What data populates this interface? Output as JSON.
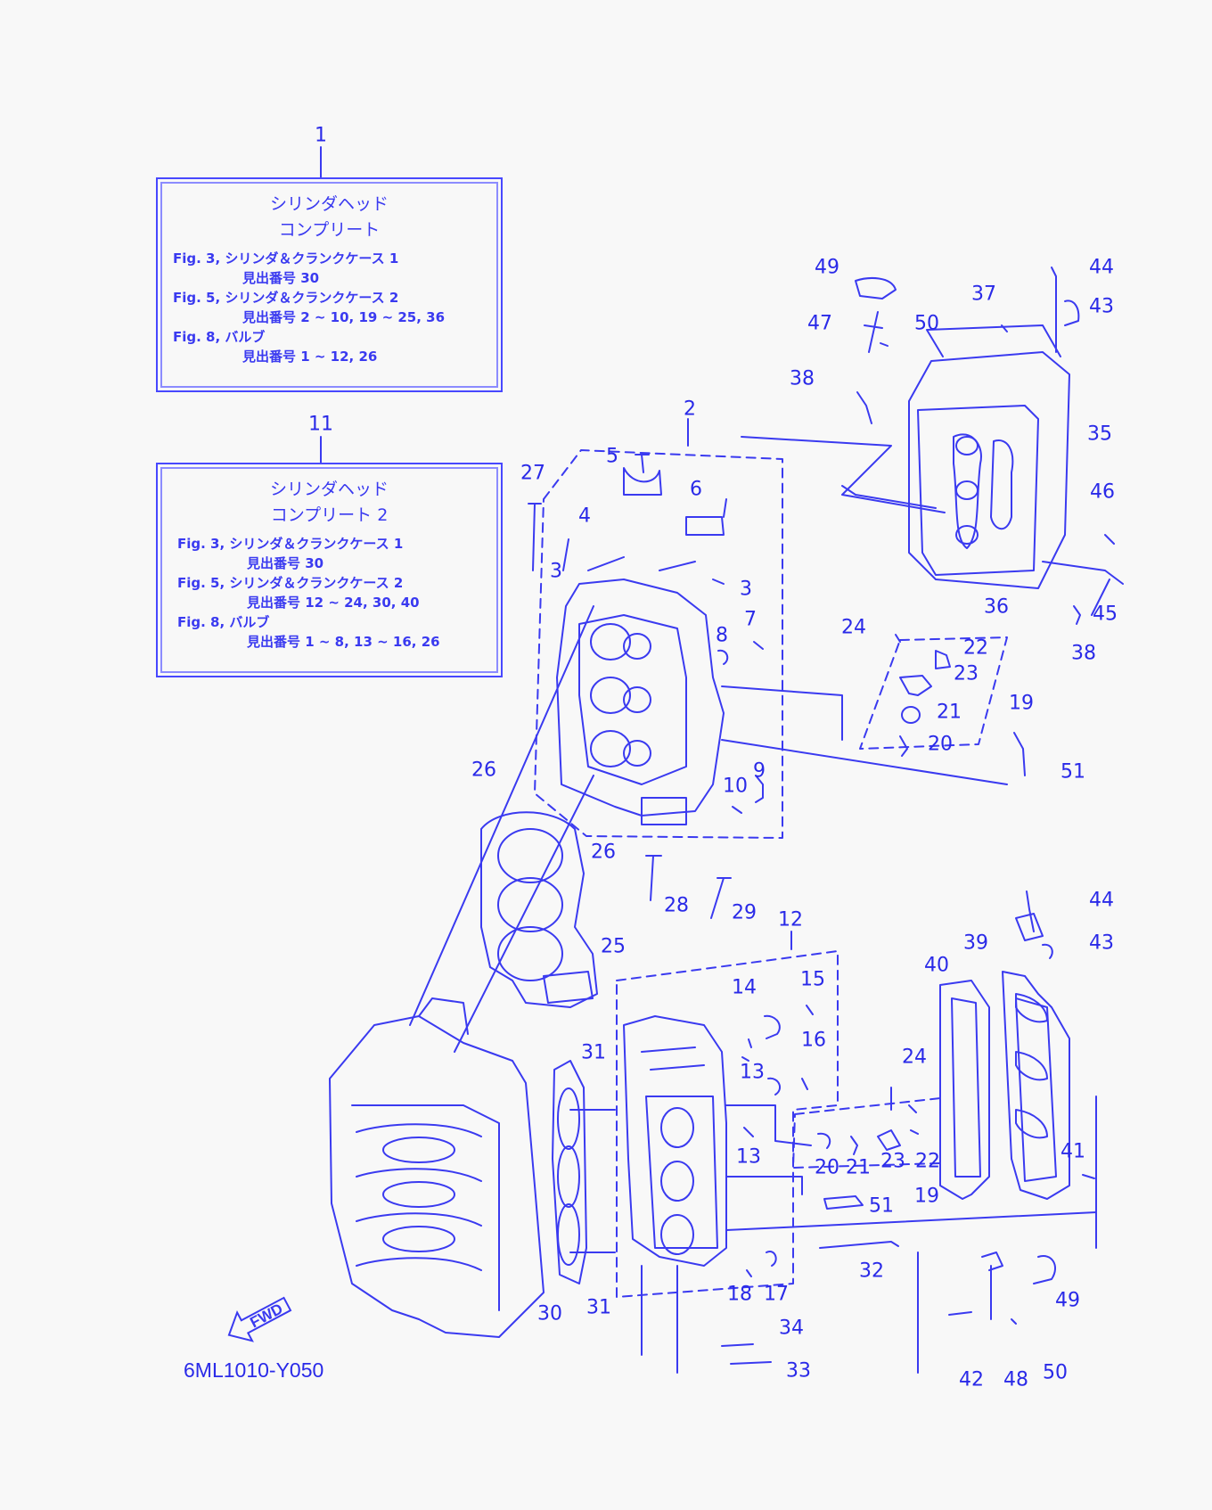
{
  "diagram_code": "6ML1010-Y050",
  "fwd_label": "FWD",
  "colors": {
    "ink": "#2a2ae8",
    "frame": "#4848ff",
    "background": "#f8f8f8"
  },
  "boxes": [
    {
      "number": "1",
      "title_line1": "シリンダヘッド",
      "title_line2": "コンプリート",
      "refs": [
        {
          "fig": "Fig. 3, シリンダ＆クランクケース 1",
          "items": "見出番号 30"
        },
        {
          "fig": "Fig. 5, シリンダ＆クランクケース 2",
          "items": "見出番号 2 ~ 10, 19 ~ 25, 36"
        },
        {
          "fig": "Fig. 8, バルブ",
          "items": "見出番号 1 ~ 12, 26"
        }
      ]
    },
    {
      "number": "11",
      "title_line1": "シリンダヘッド",
      "title_line2": "コンプリート 2",
      "refs": [
        {
          "fig": "Fig. 3, シリンダ＆クランクケース 1",
          "items": "見出番号 30"
        },
        {
          "fig": "Fig. 5, シリンダ＆クランクケース 2",
          "items": "見出番号 12 ~ 24, 30, 40"
        },
        {
          "fig": "Fig. 8, バルブ",
          "items": "見出番号 1 ~ 8, 13 ~ 16, 26"
        }
      ]
    }
  ],
  "parts": [
    "49",
    "44",
    "43",
    "37",
    "47",
    "50",
    "38",
    "2",
    "35",
    "5",
    "6",
    "27",
    "4",
    "3",
    "3",
    "46",
    "45",
    "38",
    "36",
    "7",
    "8",
    "24",
    "22",
    "23",
    "21",
    "19",
    "20",
    "51",
    "26",
    "10",
    "9",
    "26",
    "28",
    "29",
    "25",
    "44",
    "43",
    "39",
    "40",
    "12",
    "14",
    "15",
    "16",
    "13",
    "31",
    "24",
    "13",
    "20",
    "21",
    "23",
    "22",
    "19",
    "41",
    "51",
    "32",
    "30",
    "31",
    "18",
    "17",
    "49",
    "34",
    "33",
    "42",
    "48",
    "50"
  ]
}
